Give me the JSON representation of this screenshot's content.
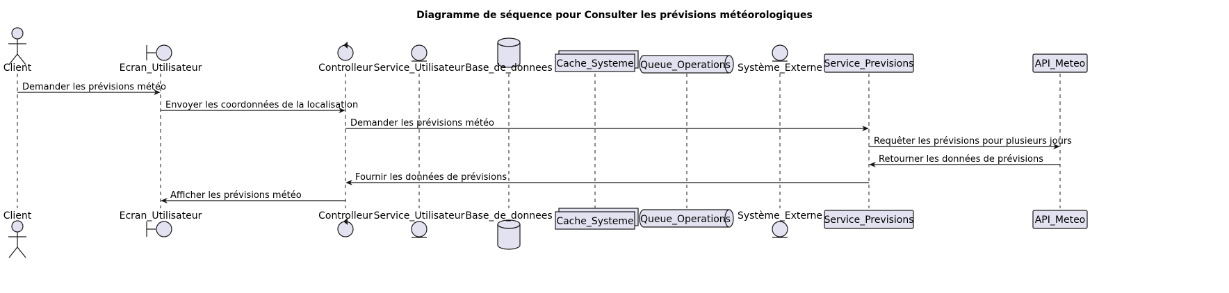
{
  "diagram": {
    "title": "Diagramme de séquence pour Consulter les prévisions météorologiques",
    "participants": [
      {
        "id": "client",
        "label": "Client",
        "kind": "actor"
      },
      {
        "id": "ecran",
        "label": "Ecran_Utilisateur",
        "kind": "boundary"
      },
      {
        "id": "controlleur",
        "label": "Controlleur",
        "kind": "control"
      },
      {
        "id": "service_utilisateur",
        "label": "Service_Utilisateur",
        "kind": "entity"
      },
      {
        "id": "base",
        "label": "Base_de_donnees",
        "kind": "database"
      },
      {
        "id": "cache",
        "label": "Cache_Systeme",
        "kind": "collections"
      },
      {
        "id": "queue",
        "label": "Queue_Operations",
        "kind": "queue"
      },
      {
        "id": "externe",
        "label": "Système_Externe",
        "kind": "entity"
      },
      {
        "id": "previsions",
        "label": "Service_Previsions",
        "kind": "participant"
      },
      {
        "id": "api",
        "label": "API_Meteo",
        "kind": "participant"
      }
    ],
    "messages": [
      {
        "from": "client",
        "to": "ecran",
        "label": "Demander les prévisions météo"
      },
      {
        "from": "ecran",
        "to": "controlleur",
        "label": "Envoyer les coordonnées de la localisation"
      },
      {
        "from": "controlleur",
        "to": "previsions",
        "label": "Demander les prévisions météo"
      },
      {
        "from": "previsions",
        "to": "api",
        "label": "Requêter les prévisions pour plusieurs jours"
      },
      {
        "from": "api",
        "to": "previsions",
        "label": "Retourner les données de prévisions"
      },
      {
        "from": "previsions",
        "to": "controlleur",
        "label": "Fournir les données de prévisions"
      },
      {
        "from": "controlleur",
        "to": "ecran",
        "label": "Afficher les prévisions météo"
      }
    ]
  }
}
